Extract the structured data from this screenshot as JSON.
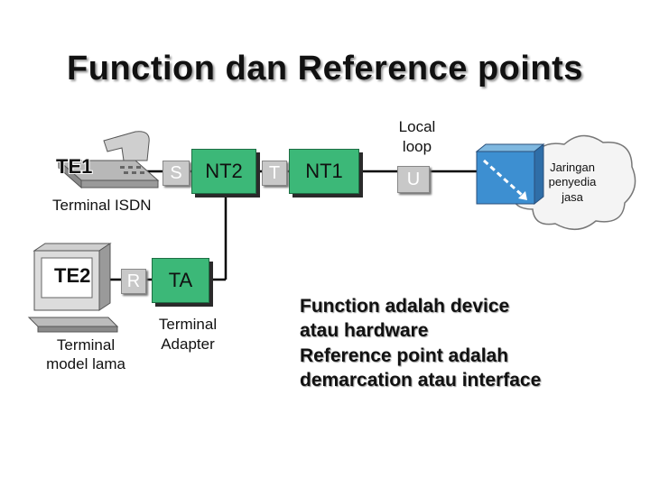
{
  "title": "Function dan Reference points",
  "devices": {
    "te1": "TE1",
    "te2": "TE2",
    "nt2": "NT2",
    "nt1": "NT1",
    "ta": "TA"
  },
  "reference_points": {
    "s": "S",
    "t": "T",
    "u": "U",
    "r": "R"
  },
  "labels": {
    "terminal_isdn": "Terminal ISDN",
    "local_loop_line1": "Local",
    "local_loop_line2": "loop",
    "terminal_adapter_line1": "Terminal",
    "terminal_adapter_line2": "Adapter",
    "terminal_model_lama_line1": "Terminal",
    "terminal_model_lama_line2": "model lama",
    "cloud_line1": "Jaringan",
    "cloud_line2": "penyedia",
    "cloud_line3": "jasa"
  },
  "bullets": [
    {
      "mark": "",
      "line1": "Function adalah device",
      "line2": "atau hardware"
    },
    {
      "mark": "",
      "line1": "Reference point adalah",
      "line2": "demarcation atau interface"
    }
  ]
}
